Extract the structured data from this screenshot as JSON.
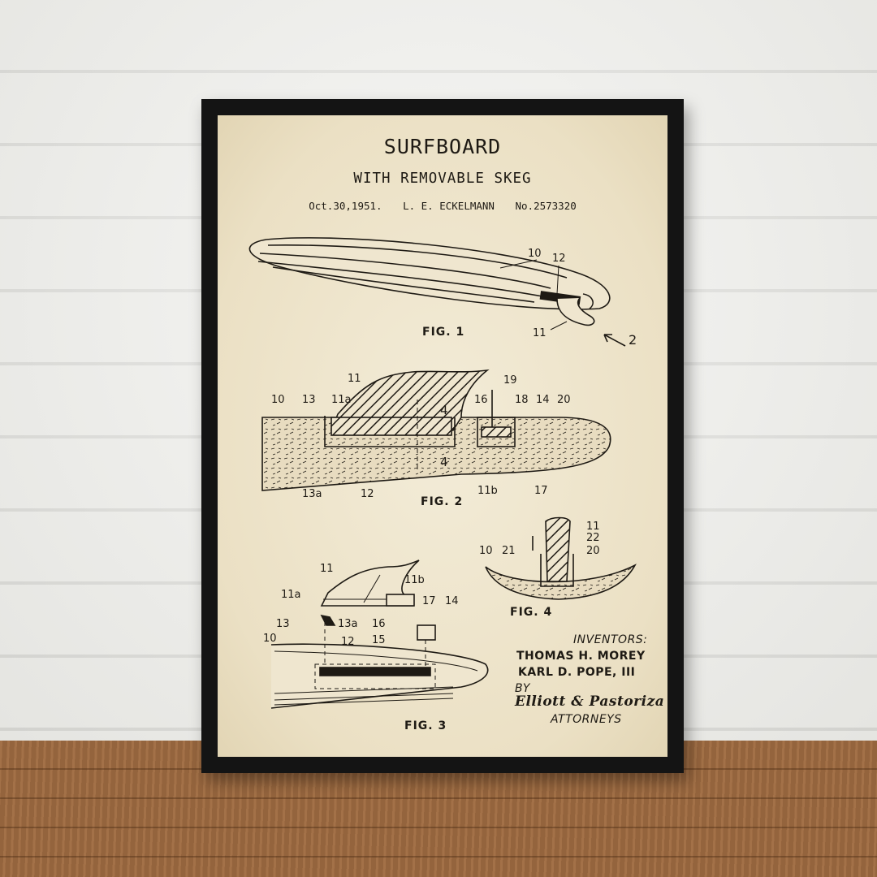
{
  "poster": {
    "title": "SURFBOARD",
    "subtitle": "WITH REMOVABLE SKEG",
    "date": "Oct.30,1951.",
    "inventor_short": "L. E. ECKELMANN",
    "patent_no": "No.2573320"
  },
  "figures": {
    "fig1": "FIG. 1",
    "fig2": "FIG. 2",
    "fig3": "FIG. 3",
    "fig4": "FIG. 4"
  },
  "labels": {
    "fig1": [
      "10",
      "12",
      "11",
      "2"
    ],
    "fig2": [
      "11",
      "19",
      "10",
      "13",
      "11a",
      "16",
      "18",
      "14",
      "20",
      "4",
      "4",
      "13a",
      "12",
      "11b",
      "17"
    ],
    "fig3": [
      "11",
      "11a",
      "11b",
      "13",
      "13a",
      "17",
      "14",
      "16",
      "15",
      "10",
      "12"
    ],
    "fig4": [
      "11",
      "22",
      "10",
      "21",
      "20"
    ]
  },
  "credits": {
    "inventors_heading": "INVENTORS:",
    "inventor_1": "THOMAS H. MOREY",
    "inventor_2": "KARL D. POPE, III",
    "by": "BY",
    "attorney_signature": "Elliott & Pastoriza",
    "attorneys": "ATTORNEYS"
  },
  "colors": {
    "paper": "#efe6cf",
    "ink": "#1e1a14",
    "frame": "#141414",
    "wall": "#eeeeea",
    "floor": "#9c6940"
  }
}
